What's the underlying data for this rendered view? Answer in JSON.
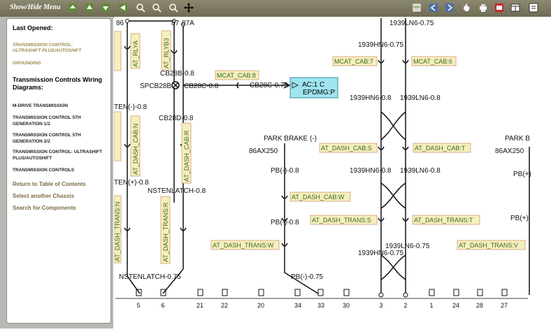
{
  "toolbar": {
    "title": "Show/Hide Menu"
  },
  "sidebar": {
    "last_opened_heading": "Last Opened:",
    "last_opened": [
      "TRANSMISSION CONTROL: ULTRASHIFT PLUS/AUTOSHIFT",
      "GROUNDING"
    ],
    "diagrams_heading": "Transmission Controls Wiring Diagrams:",
    "diagrams": [
      "M-DRIVE TRANSMISSION",
      "TRANSMISSION CONTROL 5TH GENERATION 1/2",
      "TRANSMISSION CONTROL 5TH GENERATION 2/2",
      "TRANSMISSION CONTROL: ULTRASHIFT PLUS/AUTOSHIFT",
      "TRANSMISSION CONTROLS"
    ],
    "nav": [
      "Return to Table of Contents",
      "Select another Chassis",
      "Search for Components"
    ]
  },
  "diagram": {
    "top_pins": [
      "86",
      "87",
      "87A"
    ],
    "relay_labels": [
      "AT_RLYA",
      "AT_RLYB3"
    ],
    "wires": {
      "cb28b": "CB28B-0.8",
      "spcb": "SPCB28B",
      "cb28c_a": "CB28C-0.8",
      "cb28c_b": "CB28C-0.75",
      "cb28d": "CB28D-0.8",
      "ten_minus": "TEN(-)-0.8",
      "ten_plus": "TEN(+)-0.8",
      "nstenlatch_08": "NSTENLATCH-0.8",
      "nstenlatch_075": "NSTENLATCH-0.75",
      "hn6_075_top": "1939HN6-0.75",
      "ln6_075_top": "1939LN6-0.75",
      "hn6_08_a": "1939HN6-0.8",
      "ln6_08_a": "1939LN6-0.8",
      "hn6_08_b": "1939HN6-0.8",
      "ln6_08_b": "1939LN6-0.8",
      "ln6_075_bot": "1939LN6-0.75",
      "hn6_075_bot": "1939HN6-0.75",
      "park_brake": "PARK BRAKE (-)",
      "park_brake_r": "PARK B",
      "ax250": "86AX250",
      "ax250_r": "86AX250",
      "pb_08_a": "PB(-)-0.8",
      "pb_08_b": "PB(-)-0.8",
      "pb_075": "PB(-)-0.75",
      "pb_plus_a": "PB(+)",
      "pb_plus_b": "PB(+)"
    },
    "connectors": {
      "mcat_cab8": "MCAT_CAB:8",
      "mcat_cab7": "MCAT_CAB:7",
      "mcat_cab6": "MCAT_CAB:6",
      "dash_cab_s": "AT_DASH_CAB:S",
      "dash_cab_t": "AT_DASH_CAB:T",
      "dash_cab_w": "AT_DASH_CAB:W",
      "dash_trans_s": "AT_DASH_TRANS:S",
      "dash_trans_t": "AT_DASH_TRANS:T",
      "dash_trans_w": "AT_DASH_TRANS:W",
      "dash_trans_v": "AT_DASH_TRANS:V",
      "v_dash_cab_n": "AT_DASH_CAB:N",
      "v_dash_cab_r": "AT_DASH_CAB:R",
      "v_dash_trans_r": "AT_DASH_TRANS:R",
      "v_dash_trans_n": "AT_DASH_TRANS:N"
    },
    "component": {
      "line1": "AC:1 C",
      "line2": "EPDMG:P"
    },
    "bottom_pins": [
      "5",
      "6",
      "21",
      "22",
      "20",
      "34",
      "33",
      "30",
      "3",
      "2",
      "1",
      "24",
      "28",
      "27"
    ]
  }
}
